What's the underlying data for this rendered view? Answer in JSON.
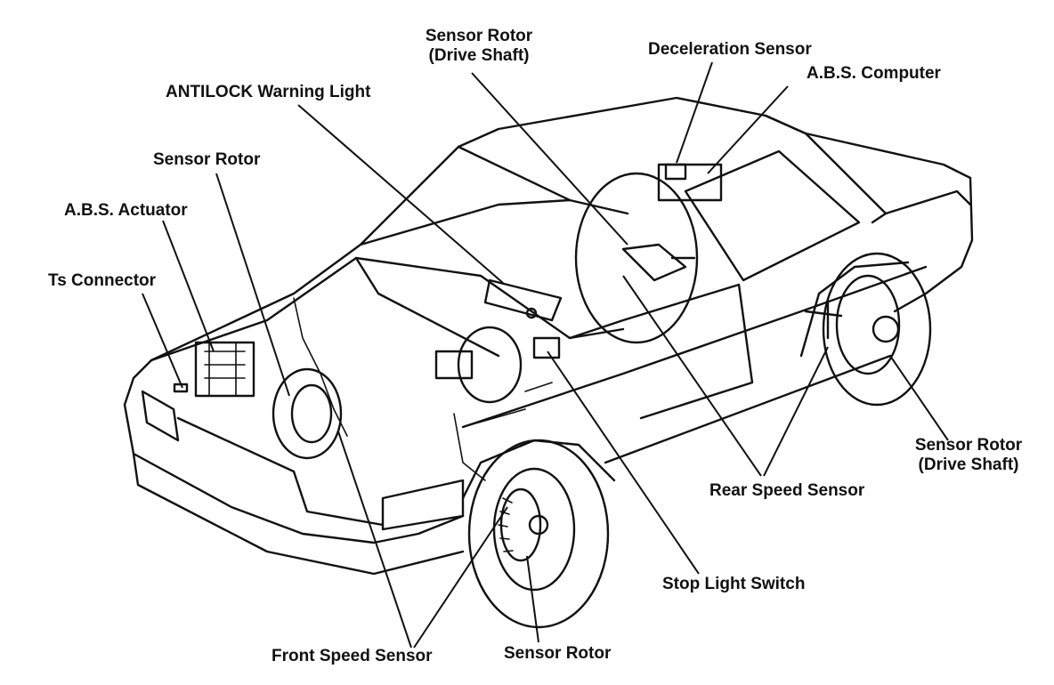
{
  "labels": {
    "sensor_rotor_drive_shaft_top_line1": "Sensor Rotor",
    "sensor_rotor_drive_shaft_top_line2": "(Drive Shaft)",
    "deceleration_sensor": "Deceleration Sensor",
    "abs_computer": "A.B.S. Computer",
    "antilock_warning_light": "ANTILOCK Warning Light",
    "sensor_rotor_front_upper": "Sensor Rotor",
    "abs_actuator": "A.B.S. Actuator",
    "ts_connector": "Ts Connector",
    "sensor_rotor_drive_shaft_right_line1": "Sensor Rotor",
    "sensor_rotor_drive_shaft_right_line2": "(Drive Shaft)",
    "rear_speed_sensor": "Rear Speed Sensor",
    "stop_light_switch": "Stop Light Switch",
    "front_speed_sensor": "Front Speed Sensor",
    "sensor_rotor_bottom": "Sensor Rotor"
  }
}
